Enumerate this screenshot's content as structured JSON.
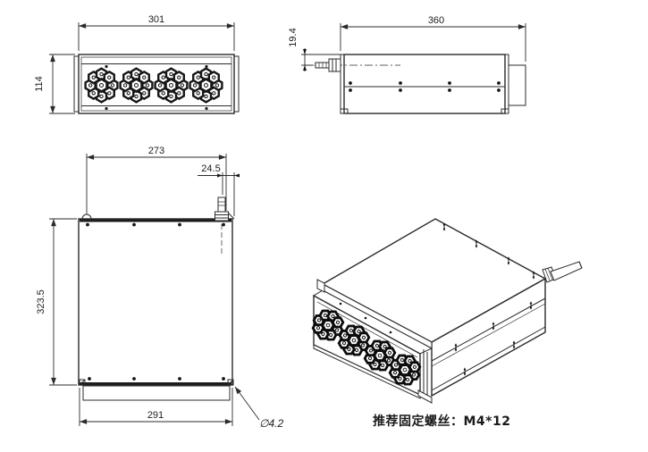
{
  "views": {
    "front": {
      "dim_width": "301",
      "dim_height": "114"
    },
    "side": {
      "dim_length": "360",
      "dim_port_offset": "19.4"
    },
    "top": {
      "dim_mount_span": "273",
      "dim_port_inset": "24.5",
      "dim_depth": "323.5",
      "dim_base_width": "291",
      "dim_hole_dia": "∅4.2"
    },
    "iso": {
      "screw_note": "推荐固定螺丝：M4*12"
    }
  }
}
